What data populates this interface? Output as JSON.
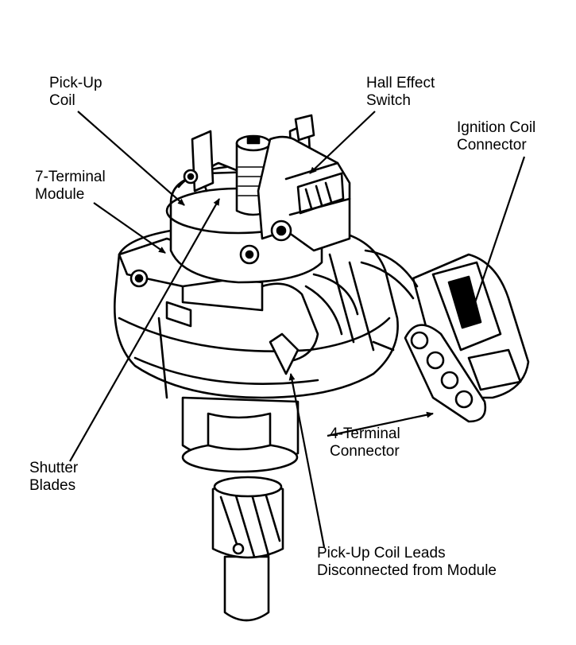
{
  "labels": {
    "pickup_coil": [
      "Pick-Up",
      "Coil"
    ],
    "hall_effect_switch": [
      "Hall Effect",
      "Switch"
    ],
    "ignition_coil_connector": [
      "Ignition Coil",
      "Connector"
    ],
    "seven_terminal_module": [
      "7-Terminal",
      "Module"
    ],
    "four_terminal_connector": [
      "4-Terminal",
      "Connector"
    ],
    "shutter_blades": [
      "Shutter",
      "Blades"
    ],
    "pickup_coil_leads": [
      "Pick-Up Coil Leads",
      "Disconnected from Module"
    ]
  }
}
